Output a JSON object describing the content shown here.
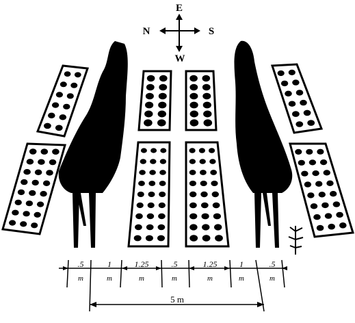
{
  "compass": {
    "north": "N",
    "south": "S",
    "east": "E",
    "west": "W"
  },
  "spacings": [
    {
      "value": ".5",
      "unit": "m"
    },
    {
      "value": "1",
      "unit": "m"
    },
    {
      "value": "1.25",
      "unit": "m"
    },
    {
      "value": ".5",
      "unit": "m"
    },
    {
      "value": "1.25",
      "unit": "m"
    },
    {
      "value": "1",
      "unit": "m"
    },
    {
      "value": ".5",
      "unit": "m"
    }
  ],
  "total_width": "5 m",
  "colors": {
    "ink": "#000000",
    "paper": "#ffffff"
  }
}
